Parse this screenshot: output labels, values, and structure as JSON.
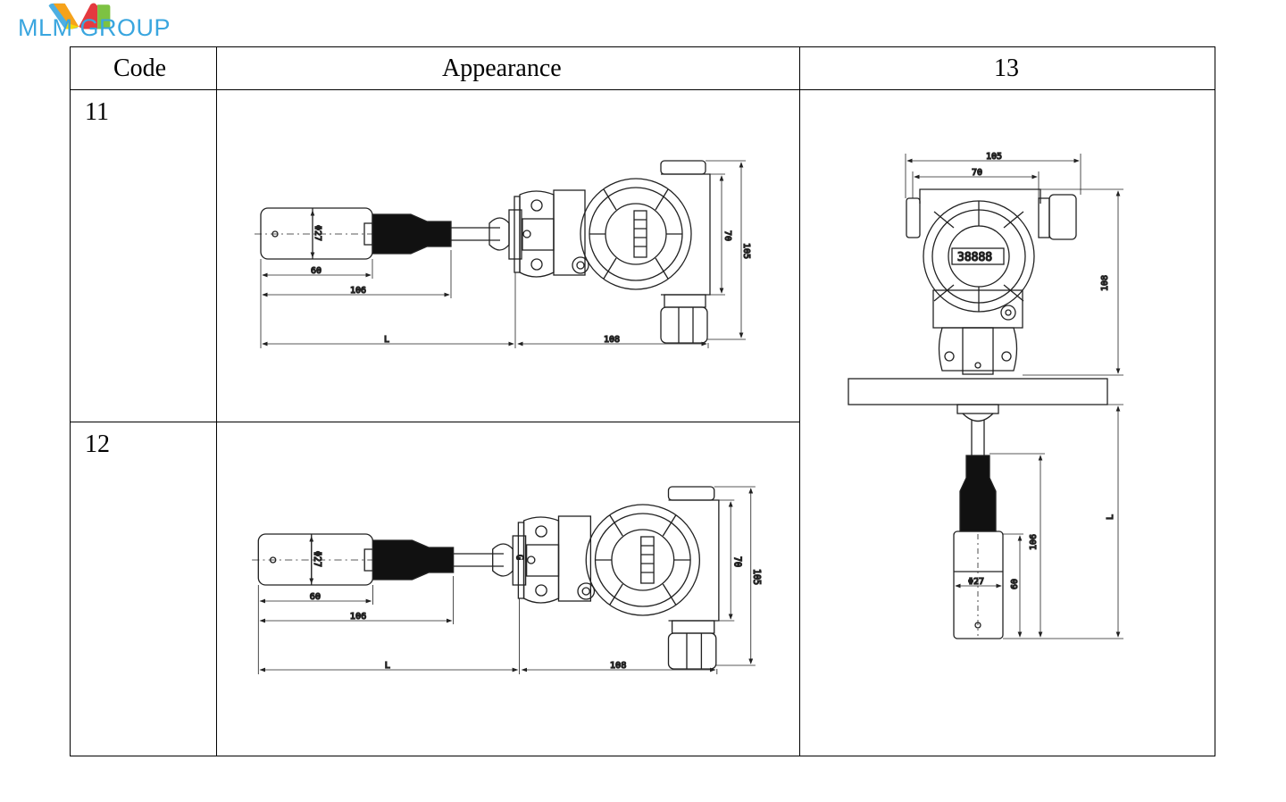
{
  "logo": {
    "text": "MLM GROUP",
    "colors": [
      "#3aa6df",
      "#f6a21a",
      "#e43a3f",
      "#7dc242"
    ]
  },
  "table": {
    "headers": {
      "code": "Code",
      "appearance": "Appearance",
      "variant_13": "13"
    },
    "rows": [
      {
        "code": "11"
      },
      {
        "code": "12"
      }
    ]
  },
  "drawing_11": {
    "d60": "60",
    "d106": "106",
    "dL": "L",
    "d108": "108",
    "d70": "70",
    "d105": "105",
    "dia": "Φ27"
  },
  "drawing_12": {
    "d60": "60",
    "d106": "106",
    "dL": "L",
    "d108": "108",
    "d70": "70",
    "d105": "105",
    "dia": "Φ27",
    "thread": "G"
  },
  "drawing_13": {
    "d105": "105",
    "d70": "70",
    "d108": "108",
    "dL": "L",
    "d106": "106",
    "d60": "60",
    "dia": "Φ27",
    "display": "38888"
  }
}
